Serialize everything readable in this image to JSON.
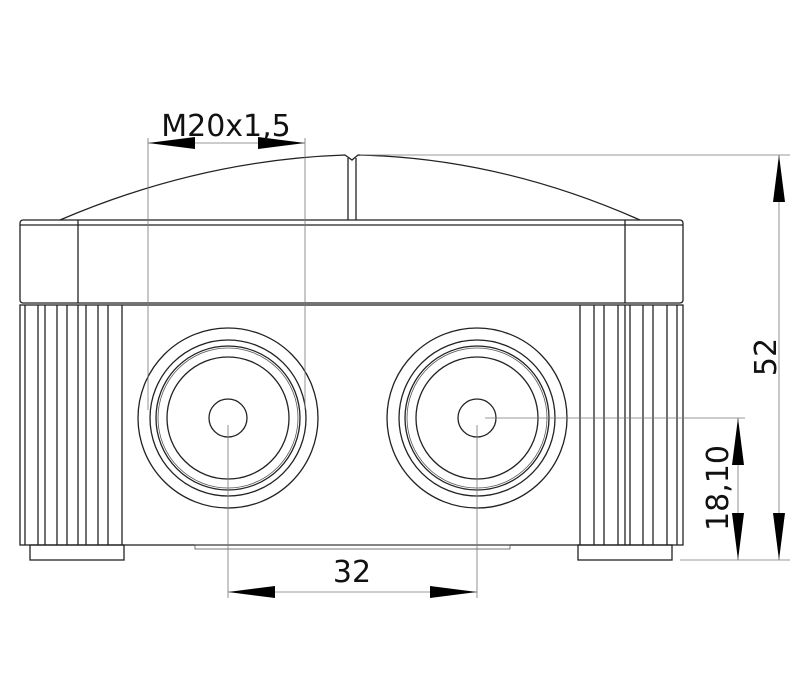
{
  "drawing": {
    "dim_thread": "M20x1,5",
    "dim_height": "52",
    "dim_center_height": "18,10",
    "dim_spacing": "32"
  }
}
